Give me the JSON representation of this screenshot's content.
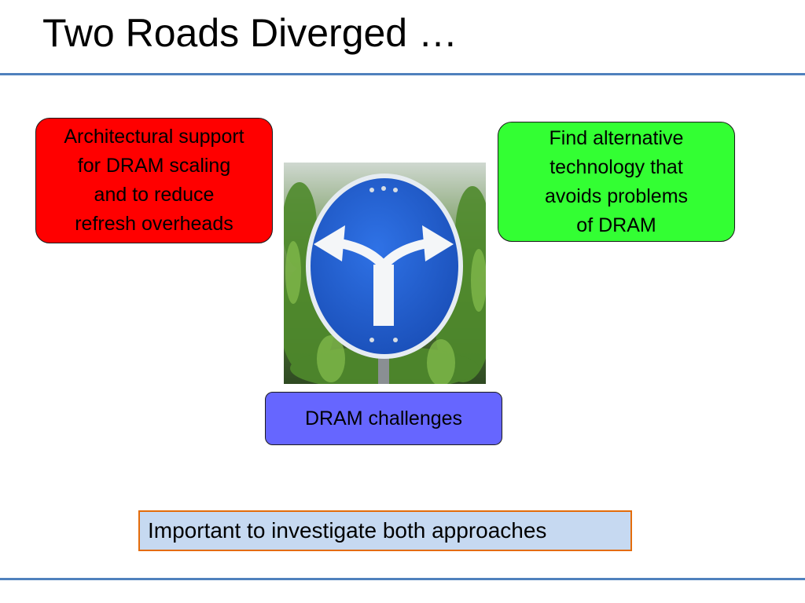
{
  "slide": {
    "title": "Two Roads Diverged …",
    "left_box": "Architectural support\nfor DRAM scaling\nand to reduce\nrefresh overheads",
    "right_box": "Find alternative\ntechnology that\navoids problems\nof DRAM",
    "center_box": "DRAM challenges",
    "note": "Important to investigate both approaches"
  },
  "colors": {
    "rule": "#4f81bd",
    "left_box": "#ff0000",
    "right_box": "#33ff33",
    "center_box": "#6666ff",
    "note_fill": "#c6d9f1",
    "note_border": "#e46c0a",
    "sign_blue": "#1f5fd1"
  },
  "photo": {
    "icon": "split-arrow-road-sign"
  }
}
